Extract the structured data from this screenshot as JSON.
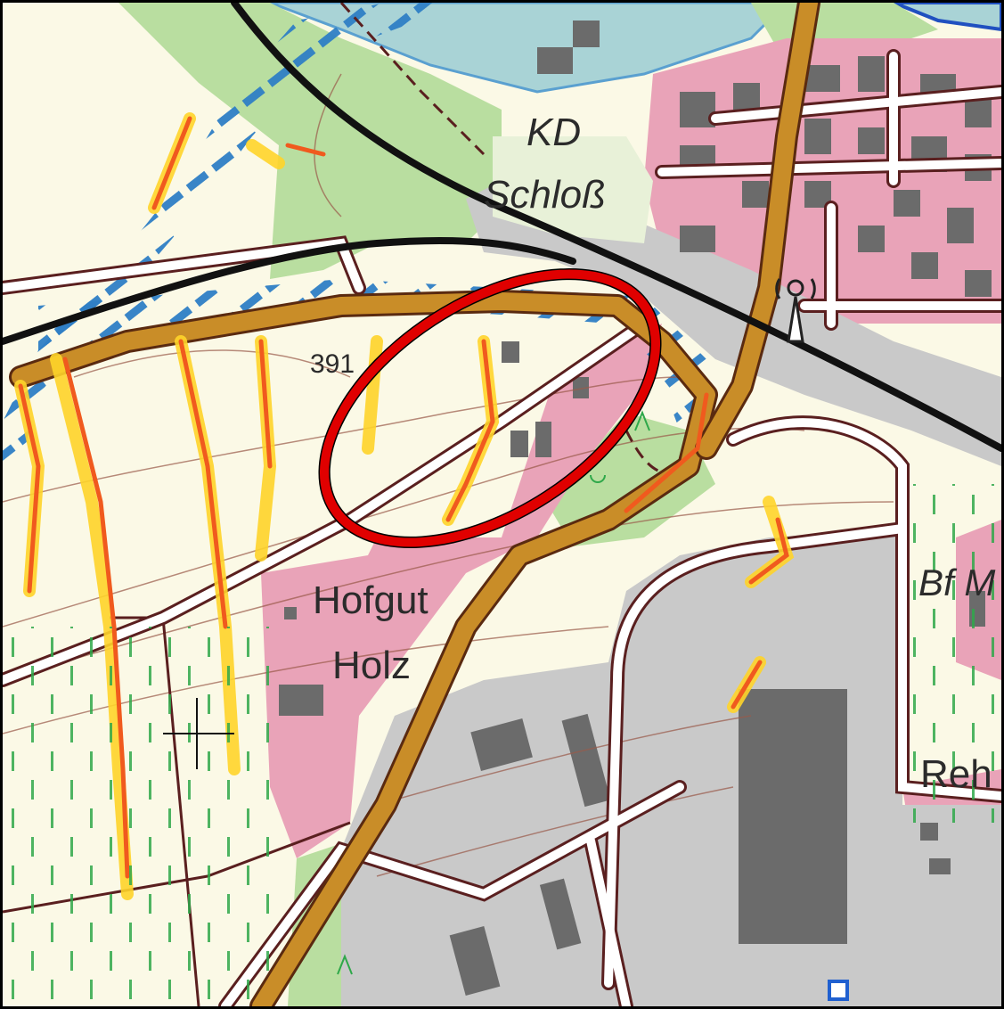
{
  "map": {
    "labels": {
      "kd": "KD",
      "schloss": "Schloß",
      "hofgut": "Hofgut",
      "holz": "Holz",
      "station": "Bf M",
      "reh": "Reh",
      "elevation": "391"
    },
    "layers": [
      "settlement-residential",
      "industrial-area",
      "forest-green",
      "railway",
      "federal-road",
      "flood-hatching",
      "heavy-rain-flow-paths"
    ],
    "highlight": {
      "shape": "ellipse",
      "color": "#e00000"
    },
    "colors": {
      "background": "#fbf9e6",
      "residential": "#e9a3b8",
      "industrial": "#c9c9c9",
      "forest": "#b9dea0",
      "water": "#a9d3d6",
      "road_main": "#c98d28",
      "railway": "#111111",
      "hatching": "#2f7fc5",
      "flow_high": "#f05a1e",
      "flow_low": "#ffd42a",
      "contour": "#9a5a4a",
      "building": "#6b6b6b"
    }
  }
}
